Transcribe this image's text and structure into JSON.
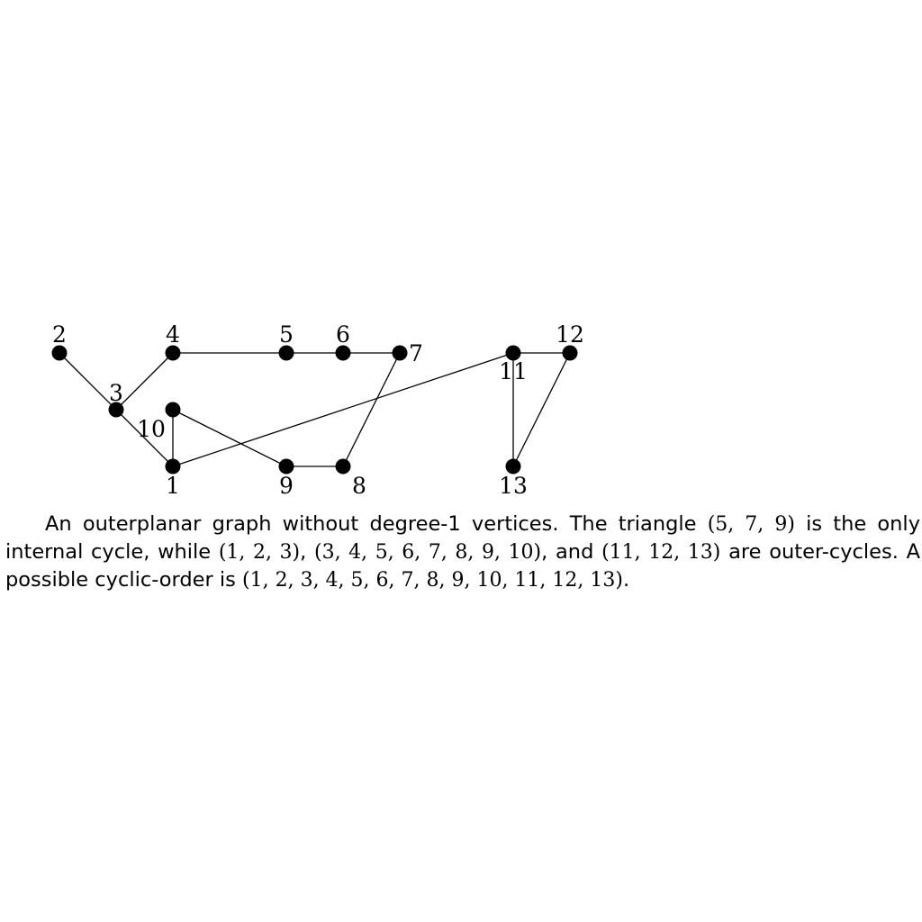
{
  "graph": {
    "vertices": [
      {
        "id": "1",
        "label": "1"
      },
      {
        "id": "2",
        "label": "2"
      },
      {
        "id": "3",
        "label": "3"
      },
      {
        "id": "4",
        "label": "4"
      },
      {
        "id": "5",
        "label": "5"
      },
      {
        "id": "6",
        "label": "6"
      },
      {
        "id": "7",
        "label": "7"
      },
      {
        "id": "8",
        "label": "8"
      },
      {
        "id": "9",
        "label": "9"
      },
      {
        "id": "10",
        "label": "10"
      },
      {
        "id": "11",
        "label": "11"
      },
      {
        "id": "12",
        "label": "12"
      },
      {
        "id": "13",
        "label": "13"
      }
    ],
    "edges": [
      [
        "2",
        "3"
      ],
      [
        "3",
        "4"
      ],
      [
        "3",
        "1"
      ],
      [
        "4",
        "5"
      ],
      [
        "5",
        "6"
      ],
      [
        "6",
        "7"
      ],
      [
        "7",
        "8"
      ],
      [
        "8",
        "9"
      ],
      [
        "9",
        "10"
      ],
      [
        "10",
        "1"
      ],
      [
        "1",
        "11"
      ],
      [
        "11",
        "12"
      ],
      [
        "11",
        "13"
      ],
      [
        "12",
        "13"
      ]
    ]
  },
  "caption": {
    "p1": "An outerplanar graph without degree-1 vertices.  The triangle ",
    "m1": "(5, 7, 9)",
    "p2": " is the only internal cycle, while ",
    "m2": "(1, 2, 3)",
    "p3": ", ",
    "m3": "(3, 4, 5, 6, 7, 8, 9, 10)",
    "p4": ", and ",
    "m4": "(11, 12, 13)",
    "p5": " are outer-cycles.  A possible cyclic-order is ",
    "m5": "(1, 2, 3, 4, 5, 6, 7, 8, 9, 10, 11, 12, 13)",
    "p6": "."
  }
}
